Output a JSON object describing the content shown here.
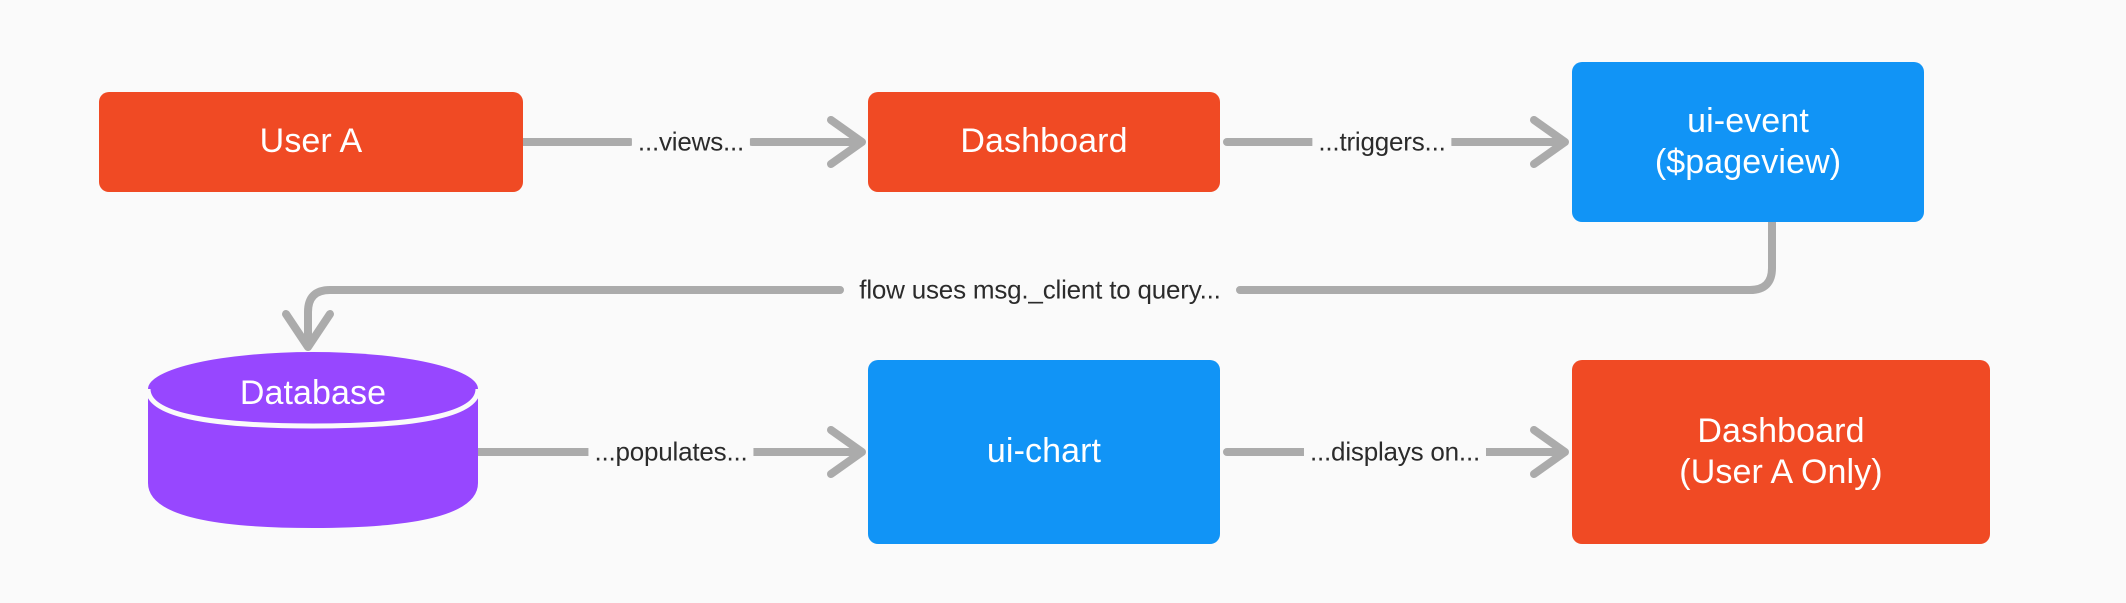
{
  "diagram": {
    "type": "flowchart",
    "background_color": "#fafafa",
    "palette": {
      "orange": "#f04a24",
      "blue": "#1194f6",
      "purple": "#9747ff",
      "edge": "#ababab",
      "label_text": "#2b2b2b",
      "node_text": "#ffffff"
    },
    "nodes": [
      {
        "id": "user-a",
        "label": "User A",
        "line2": "",
        "shape": "rounded-rect",
        "color": "#f04a24"
      },
      {
        "id": "dashboard-top",
        "label": "Dashboard",
        "line2": "",
        "shape": "rounded-rect",
        "color": "#f04a24"
      },
      {
        "id": "ui-event",
        "label": "ui-event",
        "line2": "($pageview)",
        "shape": "rounded-rect",
        "color": "#1194f6"
      },
      {
        "id": "database",
        "label": "Database",
        "line2": "",
        "shape": "cylinder",
        "color": "#9747ff"
      },
      {
        "id": "ui-chart",
        "label": "ui-chart",
        "line2": "",
        "shape": "rounded-rect",
        "color": "#1194f6"
      },
      {
        "id": "dashboard-bottom",
        "label": "Dashboard",
        "line2": "(User A Only)",
        "shape": "rounded-rect",
        "color": "#f04a24"
      }
    ],
    "edges": [
      {
        "id": "e1",
        "from": "user-a",
        "to": "dashboard-top",
        "label": "...views..."
      },
      {
        "id": "e2",
        "from": "dashboard-top",
        "to": "ui-event",
        "label": "...triggers..."
      },
      {
        "id": "e3",
        "from": "ui-event",
        "to": "database",
        "label": "flow uses msg._client to query..."
      },
      {
        "id": "e4",
        "from": "database",
        "to": "ui-chart",
        "label": "...populates..."
      },
      {
        "id": "e5",
        "from": "ui-chart",
        "to": "dashboard-bottom",
        "label": "...displays on..."
      }
    ]
  }
}
